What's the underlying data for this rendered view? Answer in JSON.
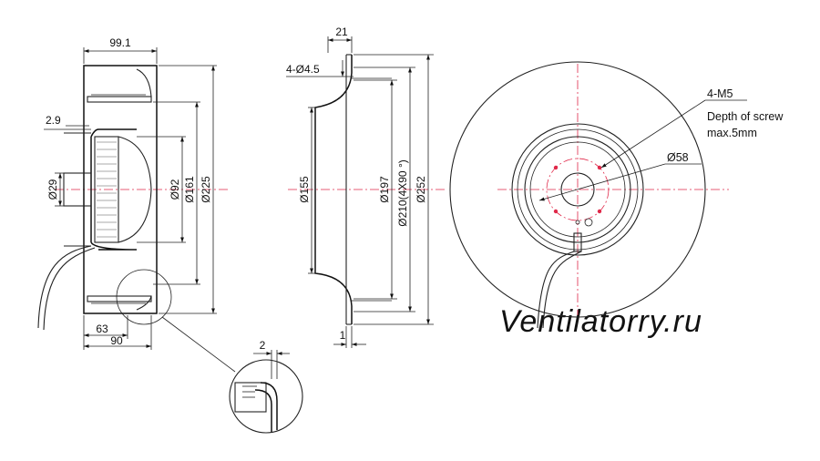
{
  "side_view": {
    "depth_total": "99.1",
    "flange_thickness": "2.9",
    "shaft_dia": "Ø29",
    "motor_dia": "Ø92",
    "dia_161": "Ø161",
    "dia_225": "Ø225",
    "depth_63": "63",
    "depth_90": "90"
  },
  "section_view": {
    "width_21": "21",
    "holes": "4-Ø4.5",
    "dia_155": "Ø155",
    "dia_197": "Ø197",
    "dia_210": "Ø210(4X90 °)",
    "dia_252": "Ø252",
    "thickness_1": "1"
  },
  "detail_view": {
    "gap_2": "2"
  },
  "front_view": {
    "thread_label": "4-M5",
    "depth_line1": "Depth of screw",
    "depth_line2": "max.5mm",
    "hub_dia": "Ø58"
  },
  "watermark": "Ventilatorry.ru",
  "colors": {
    "line": "#222222",
    "centerline": "#e0294a",
    "watermark": "#e6e6e6"
  }
}
